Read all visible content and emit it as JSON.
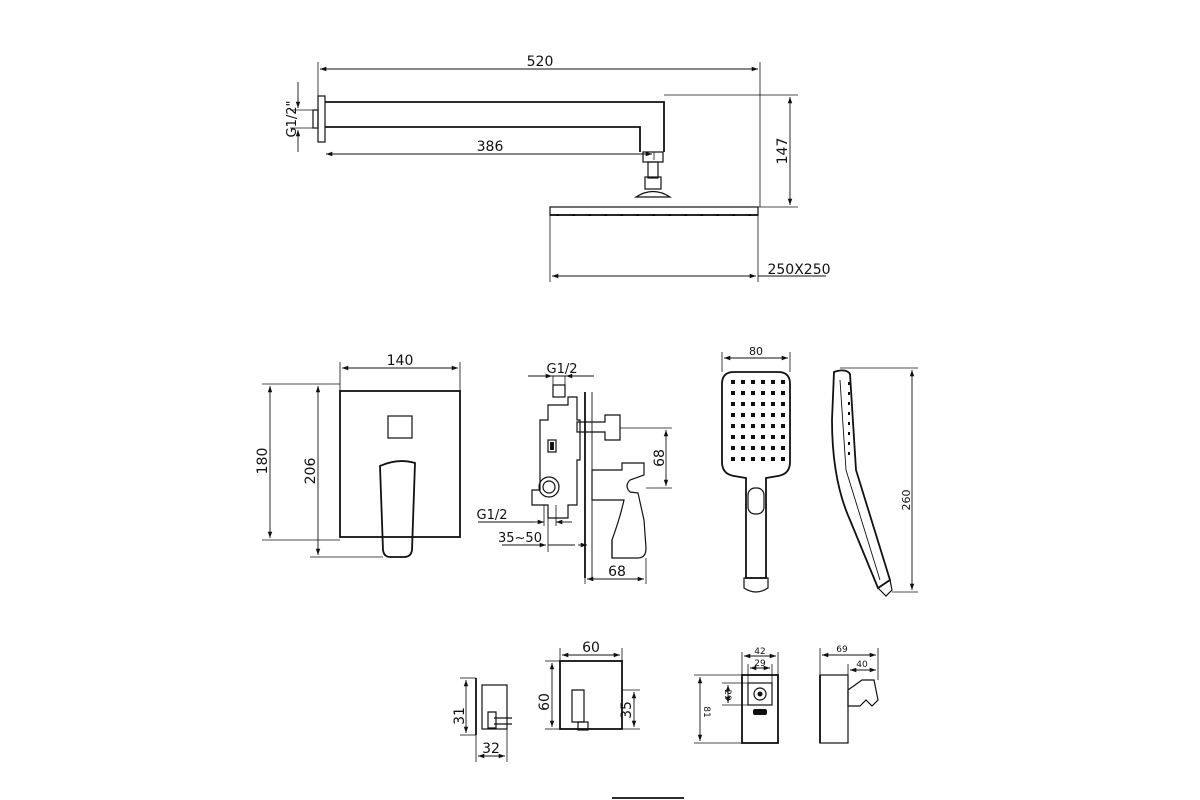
{
  "dimensions": {
    "arm_length": "520",
    "arm_inner": "386",
    "arm_drop": "147",
    "thread_top": "G1/2\"",
    "shower_head_size": "250X250",
    "valve_width": "140",
    "valve_plate_height": "180",
    "valve_height": "206",
    "valve_thread_top": "G1/2",
    "valve_thread_bottom": "G1/2",
    "valve_depth_range": "35~50",
    "valve_handle_offset": "68",
    "valve_handle_depth": "68",
    "hand_width": "80",
    "hand_length": "260",
    "outlet_height": "31",
    "outlet_depth": "32",
    "outlet_width": "60",
    "outlet_plate_height": "60",
    "outlet_port_height": "35",
    "holder_width": "42",
    "holder_inner_width": "29",
    "holder_inner_height": "29",
    "holder_height": "81",
    "bracket_depth": "69",
    "bracket_inner_depth": "40"
  }
}
